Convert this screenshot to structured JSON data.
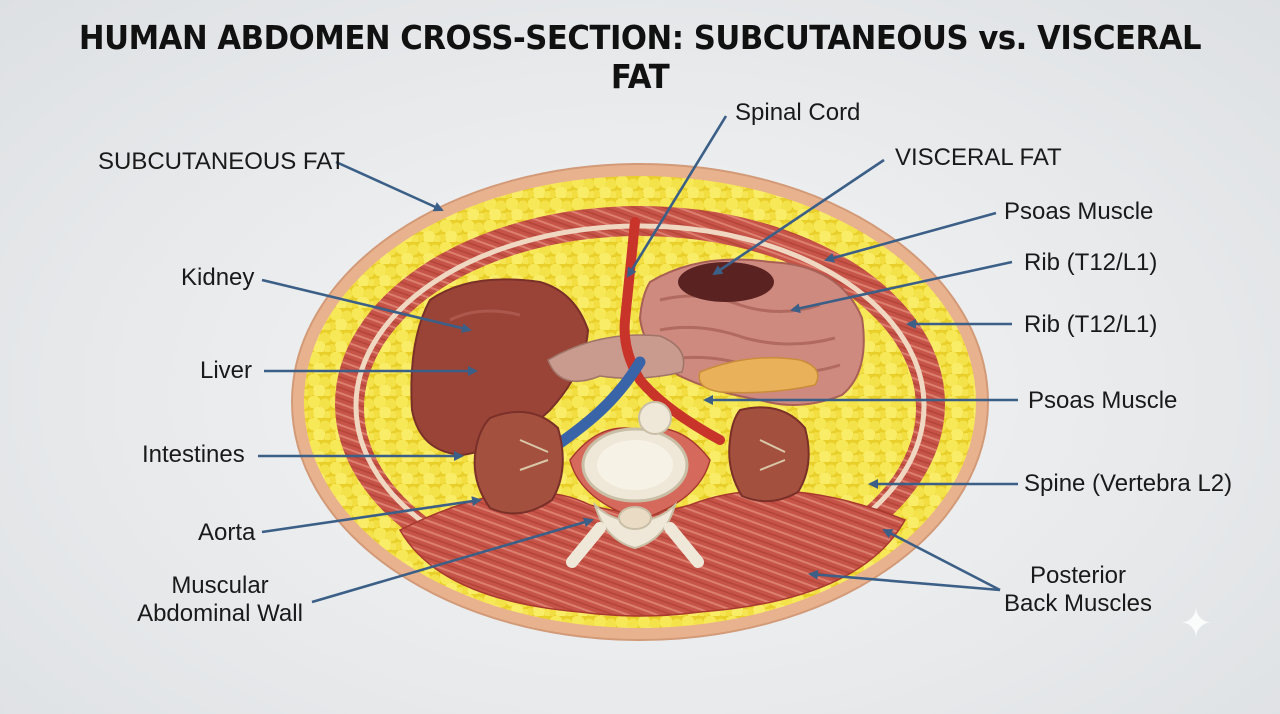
{
  "title": "HUMAN ABDOMEN CROSS-SECTION: SUBCUTANEOUS vs. VISCERAL FAT",
  "labels": {
    "spinal_cord": "Spinal Cord",
    "subcutaneous_fat": "SUBCUTANEOUS FAT",
    "visceral_fat": "VISCERAL FAT",
    "psoas_muscle_1": "Psoas Muscle",
    "rib_1": "Rib (T12/L1)",
    "rib_2": "Rib (T12/L1)",
    "kidney": "Kidney",
    "liver": "Liver",
    "psoas_muscle_2": "Psoas Muscle",
    "intestines": "Intestines",
    "spine": "Spine (Vertebra L2)",
    "aorta": "Aorta",
    "muscular_wall_line1": "Muscular",
    "muscular_wall_line2": "Abdominal Wall",
    "posterior_line1": "Posterior",
    "posterior_line2": "Back Muscles"
  },
  "colors": {
    "skin": "#e9b28f",
    "fat": "#f2dc3c",
    "muscle": "#c8564a",
    "arrow": "#3b5f86",
    "liver": "#9a4438",
    "intestine": "#cf8a80",
    "bone": "#efe8d8",
    "vessel_red": "#c8342a",
    "vessel_blue": "#3a64a8"
  },
  "icons": [
    "sparkle-icon"
  ]
}
